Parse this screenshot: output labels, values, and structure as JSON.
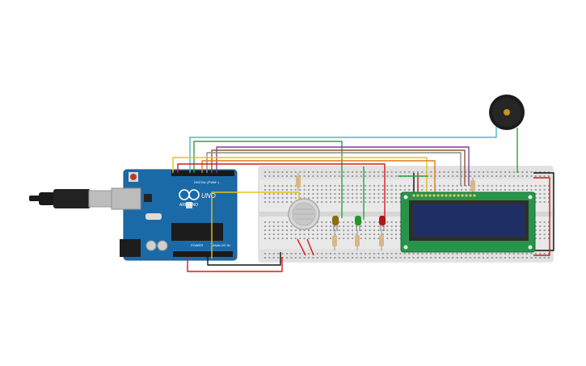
{
  "arduino": {
    "brand": "ARDUINO",
    "model": "UNO",
    "digital_label": "DIGITAL (PWM~)",
    "power_label": "POWER",
    "analog_label": "ANALOG IN",
    "board_color": "#1b6aa8",
    "header_color": "#1a1a1a"
  },
  "components": {
    "usb_cable": "usb-cable-icon",
    "gas_sensor": "gas-sensor-icon",
    "led_colors": [
      "#8a6d12",
      "#1f9a2a",
      "#b01515"
    ],
    "lcd": {
      "bezel": "#27944a",
      "screen": "#1f2f66"
    },
    "buzzer": "piezo-buzzer-icon"
  },
  "wire_colors": {
    "red": "#d51b1b",
    "black": "#111111",
    "yellow": "#e7c21a",
    "green": "#2aa33a",
    "cyan": "#4ab8c8",
    "orange": "#e07a1a",
    "purple": "#7a3fa0",
    "brown": "#8a5a2a",
    "gray": "#8a8a8a"
  }
}
